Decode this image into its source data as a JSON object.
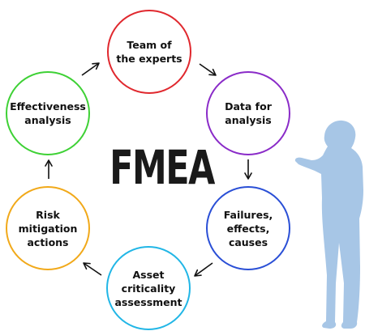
{
  "title": "FMEA",
  "nodes": [
    {
      "label": "Team of\nthe experts",
      "color": "#e0282e"
    },
    {
      "label": "Data for\nanalysis",
      "color": "#8a2bc8"
    },
    {
      "label": "Failures,\neffects,\ncauses",
      "color": "#2a4fd6"
    },
    {
      "label": "Asset\ncriticality\nassessment",
      "color": "#21b6e6"
    },
    {
      "label": "Risk\nmitigation\nactions",
      "color": "#f1a91a"
    },
    {
      "label": "Effectiveness\nanalysis",
      "color": "#3ed135"
    }
  ],
  "person_color": "#a7c6e6"
}
